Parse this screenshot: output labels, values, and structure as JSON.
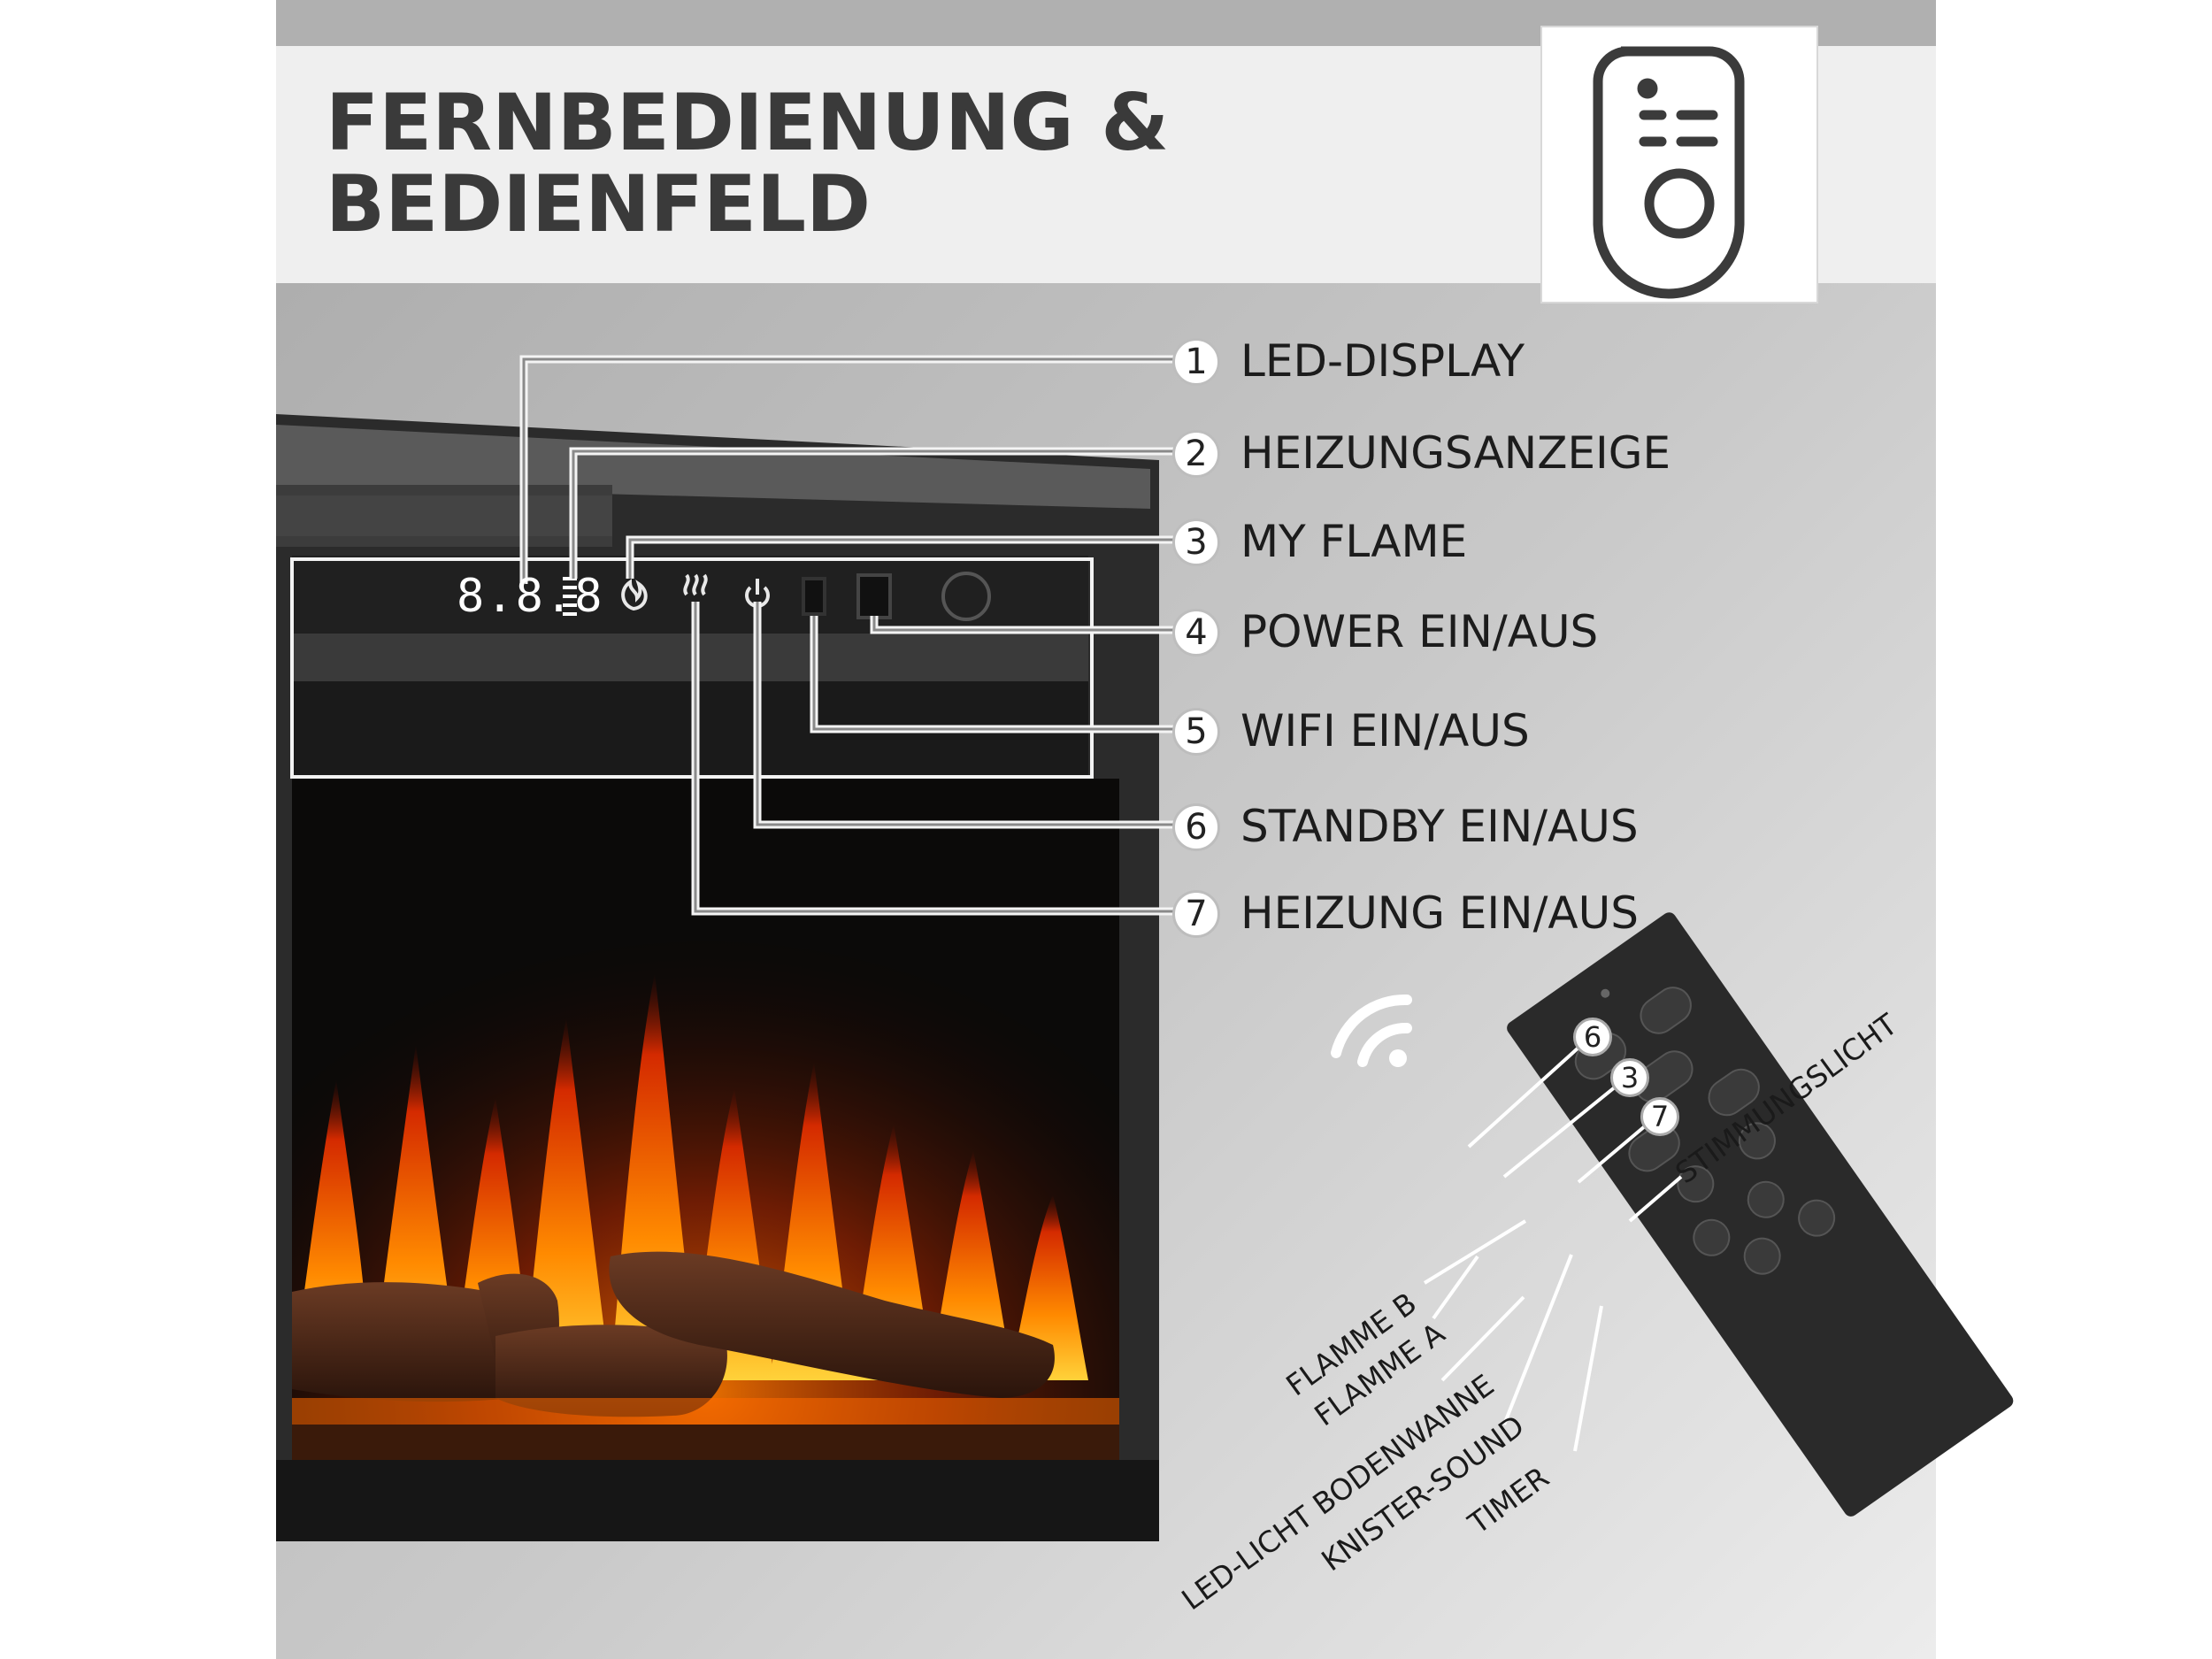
{
  "header": {
    "title_line1": "FERNBEDIENUNG &",
    "title_line2": "BEDIENFELD"
  },
  "icons": {
    "header_icon": "remote-control-icon",
    "signal_icon": "wireless-signal-icon"
  },
  "panel": {
    "display_digits": "8.8.8"
  },
  "features": [
    {
      "number": "1",
      "label": "LED-DISPLAY"
    },
    {
      "number": "2",
      "label": "HEIZUNGSANZEIGE"
    },
    {
      "number": "3",
      "label": "MY FLAME"
    },
    {
      "number": "4",
      "label": "POWER EIN/AUS"
    },
    {
      "number": "5",
      "label": "WIFI EIN/AUS"
    },
    {
      "number": "6",
      "label": "STANDBY EIN/AUS"
    },
    {
      "number": "7",
      "label": "HEIZUNG EIN/AUS"
    }
  ],
  "remote": {
    "callout_numbers": [
      "6",
      "3",
      "7"
    ],
    "labels": {
      "stimmungslicht": "STIMMUNGSLICHT",
      "flamme_b": "FLAMME B",
      "flamme_a": "FLAMME A",
      "led_licht": "LED-LICHT BODENWANNE",
      "knister": "KNISTER-SOUND",
      "timer": "TIMER"
    }
  },
  "colors": {
    "header_band": "#efefef",
    "background_top": "#b3b3b3",
    "background_bottom": "#e6e6e6",
    "title_text": "#3a3a3a",
    "display_led": "#ffffff",
    "flame_orange": "#ff6a00"
  }
}
